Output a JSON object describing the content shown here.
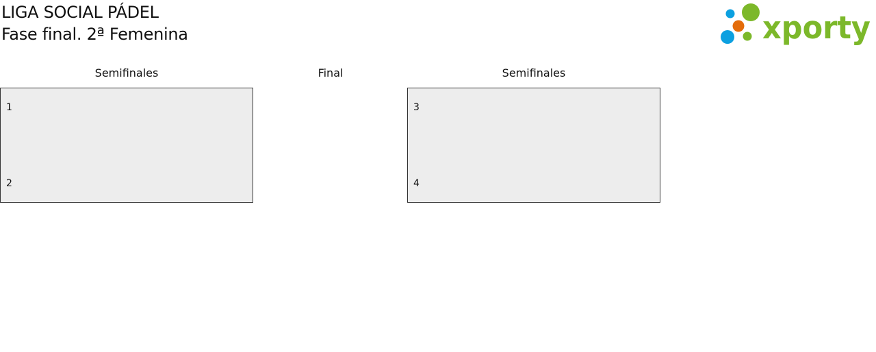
{
  "header": {
    "league_title": "LIGA SOCIAL PÁDEL",
    "phase_title": "Fase final. 2ª Femenina"
  },
  "logo": {
    "text": "xporty",
    "icon": "xporty-dots-logo",
    "colors": {
      "green": "#7cb82a",
      "blue": "#0ca0e0",
      "orange": "#e46c0a"
    }
  },
  "bracket": {
    "rounds": [
      {
        "label": "Semifinales"
      },
      {
        "label": "Final"
      },
      {
        "label": "Semifinales"
      }
    ],
    "matches": [
      {
        "top_seed": "1",
        "bottom_seed": "2"
      },
      {
        "top_seed": "3",
        "bottom_seed": "4"
      }
    ]
  }
}
